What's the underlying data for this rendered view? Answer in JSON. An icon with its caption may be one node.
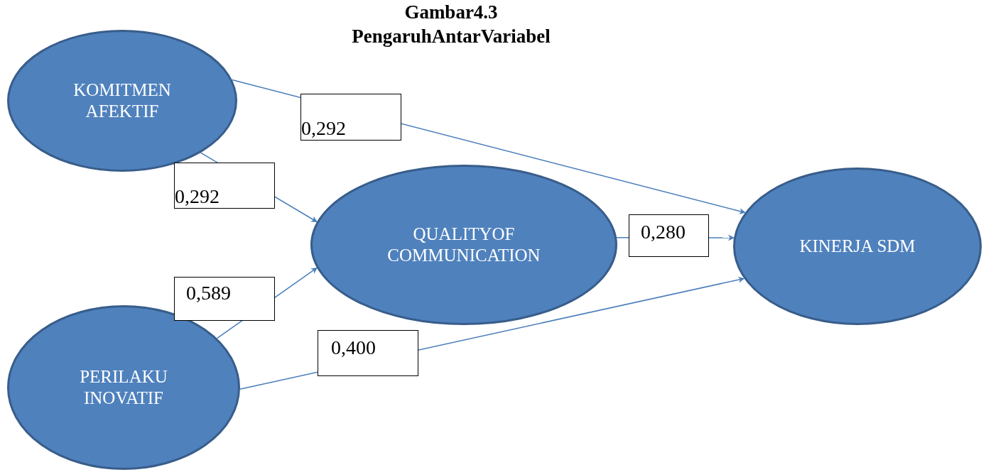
{
  "diagram": {
    "title": "Gambar4.3 PengaruhAntarVariabel",
    "nodes": [
      {
        "text": [
          "KOMITMEN AFEKTIF"
        ]
      },
      {
        "text": [
          "QUALITYOF COMMUNICATION"
        ]
      },
      {
        "text": [
          "KINERJA SDM"
        ]
      },
      {
        "text": [
          "PERILAKU INOVATIF"
        ]
      }
    ],
    "edges": [
      {
        "from": 0,
        "to": 2,
        "arrow": "to",
        "label": "0,292"
      },
      {
        "from": 0,
        "to": 1,
        "arrow": "to",
        "label": "0,292"
      },
      {
        "from": 3,
        "to": 1,
        "arrow": "to",
        "label": "0,589"
      },
      {
        "from": 1,
        "to": 2,
        "arrow": "to",
        "label": "0,280"
      },
      {
        "from": 3,
        "to": 2,
        "arrow": "to",
        "label": "0,400"
      }
    ]
  }
}
